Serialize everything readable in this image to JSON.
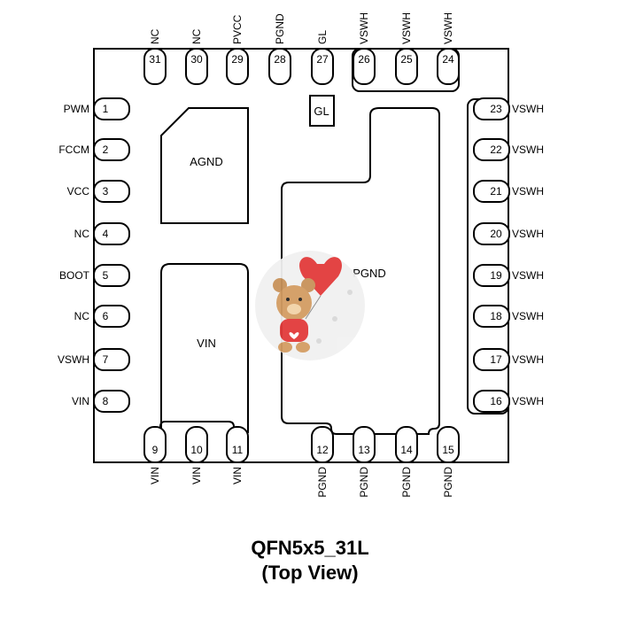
{
  "package": {
    "title": "QFN5x5_31L",
    "view": "(Top View)"
  },
  "pads": {
    "agnd": "AGND",
    "vin": "VIN",
    "pgnd": "PGND",
    "gl": "GL"
  },
  "pins": {
    "left": [
      {
        "num": "1",
        "name": "PWM"
      },
      {
        "num": "2",
        "name": "FCCM"
      },
      {
        "num": "3",
        "name": "VCC"
      },
      {
        "num": "4",
        "name": "NC"
      },
      {
        "num": "5",
        "name": "BOOT"
      },
      {
        "num": "6",
        "name": "NC"
      },
      {
        "num": "7",
        "name": "VSWH"
      },
      {
        "num": "8",
        "name": "VIN"
      }
    ],
    "bottom": [
      {
        "num": "9",
        "name": "VIN"
      },
      {
        "num": "10",
        "name": "VIN"
      },
      {
        "num": "11",
        "name": "VIN"
      },
      {
        "num": "12",
        "name": "PGND"
      },
      {
        "num": "13",
        "name": "PGND"
      },
      {
        "num": "14",
        "name": "PGND"
      },
      {
        "num": "15",
        "name": "PGND"
      }
    ],
    "right": [
      {
        "num": "16",
        "name": "VSWH"
      },
      {
        "num": "17",
        "name": "VSWH"
      },
      {
        "num": "18",
        "name": "VSWH"
      },
      {
        "num": "19",
        "name": "VSWH"
      },
      {
        "num": "20",
        "name": "VSWH"
      },
      {
        "num": "21",
        "name": "VSWH"
      },
      {
        "num": "22",
        "name": "VSWH"
      },
      {
        "num": "23",
        "name": "VSWH"
      }
    ],
    "top": [
      {
        "num": "24",
        "name": "VSWH"
      },
      {
        "num": "25",
        "name": "VSWH"
      },
      {
        "num": "26",
        "name": "VSWH"
      },
      {
        "num": "27",
        "name": "GL"
      },
      {
        "num": "28",
        "name": "PGND"
      },
      {
        "num": "29",
        "name": "PVCC"
      },
      {
        "num": "30",
        "name": "NC"
      },
      {
        "num": "31",
        "name": "NC"
      }
    ]
  },
  "watermark": {
    "icon": "teddy-bear-with-heart-balloon-icon"
  }
}
